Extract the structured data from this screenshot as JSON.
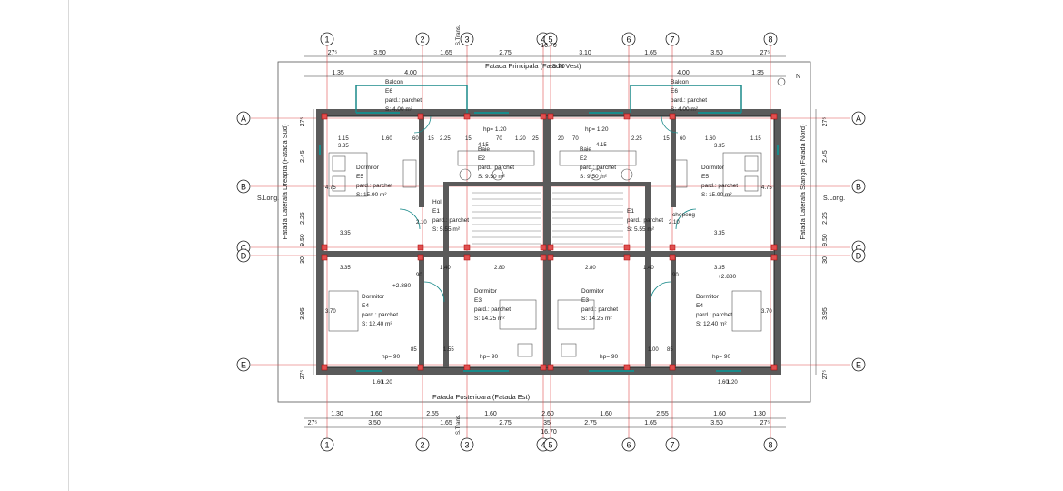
{
  "viewer": {
    "image_alt": "Floor plan - upper floor"
  },
  "axes": {
    "vertical": [
      "1",
      "2",
      "3",
      "4",
      "5",
      "6",
      "7",
      "8"
    ],
    "horizontal": [
      "A",
      "B",
      "C",
      "D",
      "E"
    ]
  },
  "top_dimensions_row1": [
    "27⁵",
    "3.50",
    "1.65",
    "2.75",
    "3.10",
    "1.65",
    "3.50",
    "27⁵"
  ],
  "top_dimensions_row2": [
    "1.35",
    "4.00",
    "4.00",
    "1.35"
  ],
  "top_total": "16.70",
  "bottom_dimensions_row1": [
    "1.30",
    "1.60",
    "2.55",
    "1.60",
    "2.60",
    "1.60",
    "2.55",
    "1.60",
    "1.30"
  ],
  "bottom_dimensions_row2": [
    "27⁵",
    "3.50",
    "1.65",
    "2.75",
    "35",
    "2.75",
    "1.65",
    "3.50",
    "27⁵"
  ],
  "bottom_total": "16.70",
  "left_dimensions": [
    "27⁵",
    "2.45",
    "2.25",
    "9.50",
    "30",
    "3.95",
    "27⁵"
  ],
  "right_dimensions": [
    "27⁵",
    "2.45",
    "2.25",
    "9.50",
    "30",
    "3.95",
    "27⁵"
  ],
  "facades": {
    "top": "Fatada Principala (Fatada Vest)",
    "top_level": "+5.70",
    "bottom": "Fatada Posterioara (Fatada Est)",
    "left": "Fatada Laterala Dreapta (Fatada Sud)",
    "right": "Fatada Laterala Stanga (Fatada Nord)"
  },
  "section_labels": {
    "long_left": "S.Long.",
    "long_right": "S.Long.",
    "trans_top": "S.Trans.",
    "trans_bottom": "S.Trans."
  },
  "north": "N",
  "rooms": [
    {
      "name": "Balcon",
      "code": "E6",
      "finish": "pard.: parchet",
      "area": "S:     4.00 m²"
    },
    {
      "name": "Balcon",
      "code": "E6",
      "finish": "pard.: parchet",
      "area": "S:     4.00 m²"
    },
    {
      "name": "Dormitor",
      "code": "E5",
      "finish": "pard.: parchet",
      "area": "S:    15.90 m²"
    },
    {
      "name": "Dormitor",
      "code": "E5",
      "finish": "pard.: parchet",
      "area": "S:    15.90 m²"
    },
    {
      "name": "Baie",
      "code": "E2",
      "finish": "pard.: parchet",
      "area": "S:    9.50 m²"
    },
    {
      "name": "Baie",
      "code": "E2",
      "finish": "pard.: parchet",
      "area": "S:    9.50 m²"
    },
    {
      "name": "Hol",
      "code": "E1",
      "finish": "pard.: parchet",
      "area": "S:   5.55 m²"
    },
    {
      "name": "",
      "code": "E1",
      "finish": "pard.: parchet",
      "area": "S:   5.55 m²"
    },
    {
      "name": "Dormitor",
      "code": "E4",
      "finish": "pard.: parchet",
      "area": "S:    12.40 m²"
    },
    {
      "name": "Dormitor",
      "code": "E4",
      "finish": "pard.: parchet",
      "area": "S:    12.40 m²"
    },
    {
      "name": "Dormitor",
      "code": "E3",
      "finish": "pard.: parchet",
      "area": "S:    14.25 m²"
    },
    {
      "name": "Dormitor",
      "code": "E3",
      "finish": "pard.: parchet",
      "area": "S:    14.25 m²"
    }
  ],
  "misc_labels": {
    "hp_top_left": "hp= 1.20",
    "hp_top_right": "hp= 1.20",
    "hp_bottom": [
      "hp= 90",
      "hp= 90",
      "hp= 90",
      "hp= 90"
    ],
    "level_left": "+2.880",
    "level_right": "+2.880",
    "chepeng": "chepeng",
    "interior_dims": [
      "1.15",
      "1.60",
      "60",
      "15",
      "2.25",
      "4.15",
      "15",
      "70",
      "1.20",
      "25",
      "20",
      "70",
      "4.15",
      "2.25",
      "15",
      "60",
      "1.60",
      "1.15",
      "3.35",
      "3.35",
      "3.35",
      "3.35",
      "2.80",
      "2.80",
      "1.40",
      "1.40",
      "90",
      "90",
      "2.10",
      "2.10",
      "3.35",
      "3.35",
      "3.70",
      "3.70",
      "4.75",
      "4.75",
      "1.60",
      "1.20",
      "1.60",
      "1.20",
      "1.55",
      "1.00",
      "85",
      "85"
    ]
  }
}
